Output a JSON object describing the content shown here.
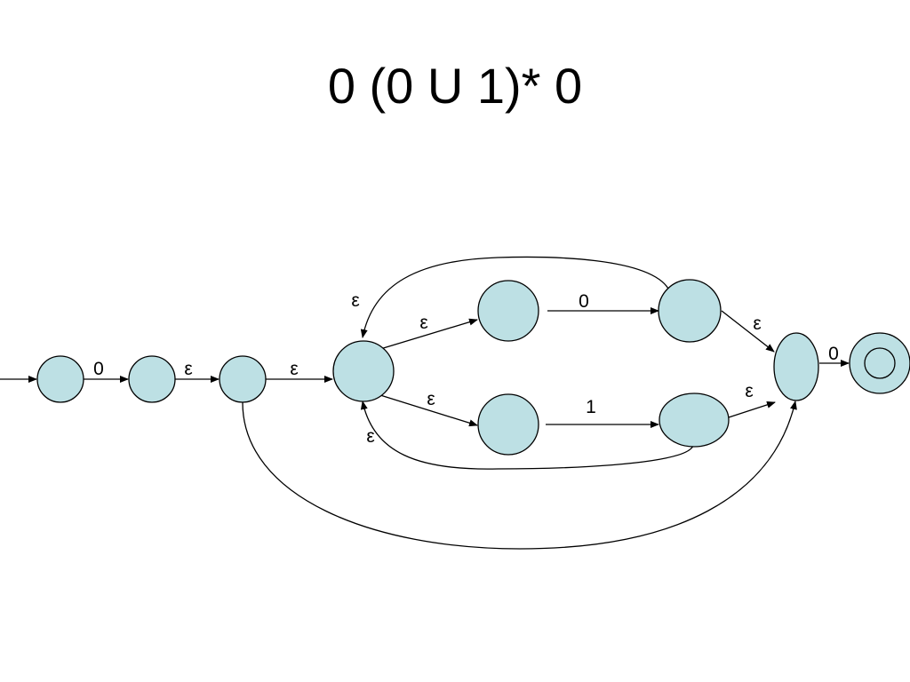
{
  "title": "0 (0 U 1)* 0",
  "colors": {
    "state_fill": "#bde0e4",
    "stroke": "#000000"
  },
  "nfa": {
    "states": [
      "q0",
      "q1",
      "q2",
      "q3",
      "q4",
      "q5",
      "q6",
      "q7",
      "q8",
      "q9"
    ],
    "start_state": "q0",
    "accept_states": [
      "q9"
    ],
    "transitions": [
      {
        "from": "q0",
        "to": "q1",
        "label": "0"
      },
      {
        "from": "q1",
        "to": "q2",
        "label": "ε"
      },
      {
        "from": "q2",
        "to": "q3",
        "label": "ε"
      },
      {
        "from": "q3",
        "to": "q4",
        "label": "ε"
      },
      {
        "from": "q4",
        "to": "q5",
        "label": "0"
      },
      {
        "from": "q5",
        "to": "q8",
        "label": "ε"
      },
      {
        "from": "q3",
        "to": "q6",
        "label": "ε"
      },
      {
        "from": "q6",
        "to": "q7",
        "label": "1"
      },
      {
        "from": "q7",
        "to": "q8",
        "label": "ε"
      },
      {
        "from": "q5",
        "to": "q3",
        "label": "ε"
      },
      {
        "from": "q7",
        "to": "q3",
        "label": "ε"
      },
      {
        "from": "q2",
        "to": "q8",
        "label": ""
      },
      {
        "from": "q8",
        "to": "q9",
        "label": "0"
      }
    ]
  }
}
